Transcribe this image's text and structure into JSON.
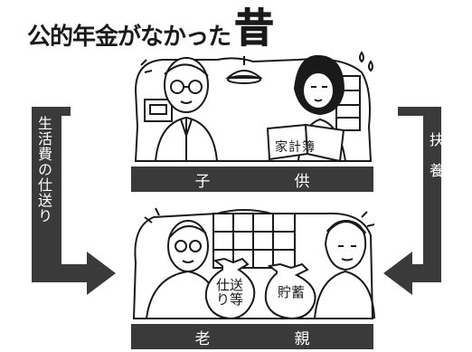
{
  "title": {
    "main": "公的年金がなかった",
    "emphasis": "昔"
  },
  "labels": {
    "child": "子　供",
    "parent": "老　親",
    "left_arrow": "生活費の仕送り",
    "right_arrow": "扶養"
  },
  "book": {
    "text": "家計簿"
  },
  "bubbles": {
    "left": "仕送り等",
    "right": "貯蓄"
  },
  "colors": {
    "band": "#3a3a3a",
    "ink": "#1a1a1a"
  }
}
